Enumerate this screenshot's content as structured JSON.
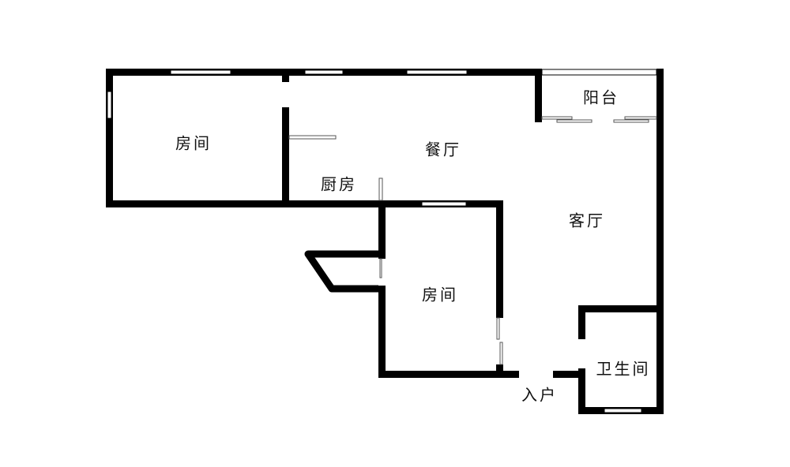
{
  "plan": {
    "rooms": [
      {
        "id": "bedroom-1",
        "label": "房间"
      },
      {
        "id": "dining",
        "label": "餐厅"
      },
      {
        "id": "kitchen",
        "label": "厨房"
      },
      {
        "id": "balcony",
        "label": "阳台"
      },
      {
        "id": "living",
        "label": "客厅"
      },
      {
        "id": "bedroom-2",
        "label": "房间"
      },
      {
        "id": "bathroom",
        "label": "卫生间"
      },
      {
        "id": "entrance",
        "label": "入户"
      }
    ],
    "colors": {
      "wall": "#000000",
      "background": "#ffffff"
    }
  }
}
